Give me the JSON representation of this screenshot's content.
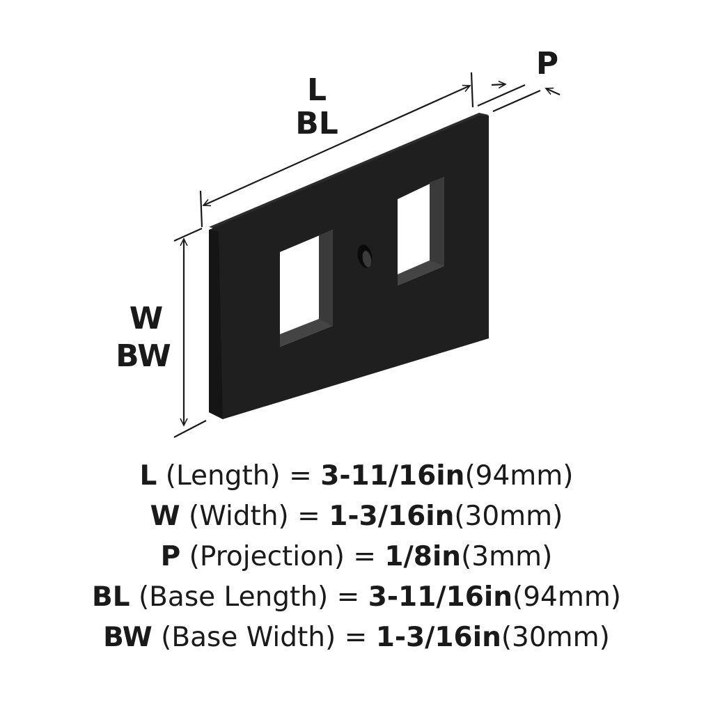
{
  "diagram": {
    "labels": {
      "length": "L",
      "base_length": "BL",
      "projection": "P",
      "width": "W",
      "base_width": "BW"
    },
    "colors": {
      "plate": "#1f1f1f",
      "plate_edge": "#141414",
      "hole_wall": "#3a3a3a",
      "background": "#ffffff",
      "dimension_line": "#1a1a1a"
    }
  },
  "specs": [
    {
      "key": "L",
      "name": " (Length) = ",
      "imperial": "3-11/16in",
      "metric": "(94mm)"
    },
    {
      "key": "W",
      "name": " (Width) = ",
      "imperial": "1-3/16in",
      "metric": "(30mm)"
    },
    {
      "key": "P",
      "name": " (Projection) = ",
      "imperial": "1/8in",
      "metric": "(3mm)"
    },
    {
      "key": "BL",
      "name": " (Base Length) = ",
      "imperial": "3-11/16in",
      "metric": "(94mm)"
    },
    {
      "key": "BW",
      "name": " (Base Width) = ",
      "imperial": "1-3/16in",
      "metric": "(30mm)"
    }
  ]
}
